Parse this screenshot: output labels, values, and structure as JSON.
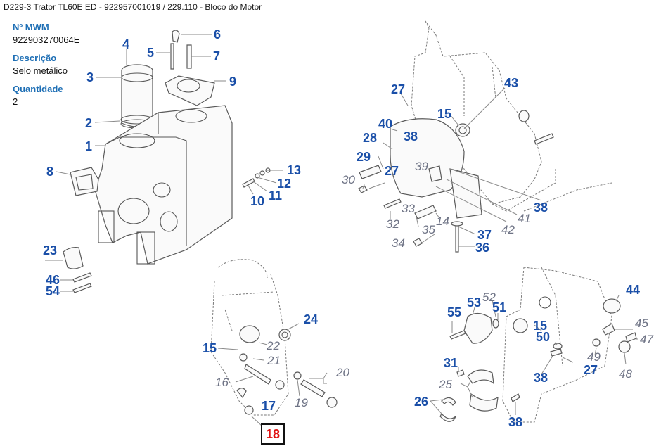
{
  "header": {
    "title": "D229-3 Trator TL60E ED - 922957001019  /  229.110 - Bloco do Motor"
  },
  "info_panel": {
    "fields": [
      {
        "label": "Nº MWM",
        "value": "922903270064E"
      },
      {
        "label": "Descrição",
        "value": "Selo metálico"
      },
      {
        "label": "Quantidade",
        "value": "2"
      }
    ]
  },
  "diagram": {
    "selected_part": "18",
    "selected_color": "#e01010",
    "label_color": "#1a4fa8",
    "italic_label_color": "#6e7385",
    "labels": [
      {
        "id": "l1",
        "text": "1",
        "style": "bold"
      },
      {
        "id": "l2",
        "text": "2",
        "style": "bold"
      },
      {
        "id": "l3",
        "text": "3",
        "style": "bold"
      },
      {
        "id": "l4",
        "text": "4",
        "style": "bold"
      },
      {
        "id": "l5",
        "text": "5",
        "style": "bold"
      },
      {
        "id": "l6",
        "text": "6",
        "style": "bold"
      },
      {
        "id": "l7",
        "text": "7",
        "style": "bold"
      },
      {
        "id": "l8",
        "text": "8",
        "style": "bold"
      },
      {
        "id": "l9",
        "text": "9",
        "style": "bold"
      },
      {
        "id": "l10",
        "text": "10",
        "style": "bold"
      },
      {
        "id": "l11",
        "text": "11",
        "style": "bold"
      },
      {
        "id": "l12",
        "text": "12",
        "style": "bold"
      },
      {
        "id": "l13",
        "text": "13",
        "style": "bold"
      },
      {
        "id": "l23",
        "text": "23",
        "style": "bold"
      },
      {
        "id": "l46",
        "text": "46",
        "style": "bold"
      },
      {
        "id": "l54",
        "text": "54",
        "style": "bold"
      },
      {
        "id": "l27a",
        "text": "27",
        "style": "bold"
      },
      {
        "id": "l43",
        "text": "43",
        "style": "bold"
      },
      {
        "id": "l15a",
        "text": "15",
        "style": "bold"
      },
      {
        "id": "l40",
        "text": "40",
        "style": "bold"
      },
      {
        "id": "l38a",
        "text": "38",
        "style": "bold"
      },
      {
        "id": "l28",
        "text": "28",
        "style": "bold"
      },
      {
        "id": "l29",
        "text": "29",
        "style": "bold"
      },
      {
        "id": "l27b",
        "text": "27",
        "style": "bold"
      },
      {
        "id": "l30",
        "text": "30",
        "style": "italic"
      },
      {
        "id": "l39",
        "text": "39",
        "style": "italic"
      },
      {
        "id": "l33",
        "text": "33",
        "style": "italic"
      },
      {
        "id": "l32",
        "text": "32",
        "style": "italic"
      },
      {
        "id": "l14",
        "text": "14",
        "style": "italic"
      },
      {
        "id": "l35",
        "text": "35",
        "style": "italic"
      },
      {
        "id": "l34",
        "text": "34",
        "style": "italic"
      },
      {
        "id": "l41",
        "text": "41",
        "style": "italic"
      },
      {
        "id": "l42",
        "text": "42",
        "style": "italic"
      },
      {
        "id": "l38b",
        "text": "38",
        "style": "bold"
      },
      {
        "id": "l37",
        "text": "37",
        "style": "bold"
      },
      {
        "id": "l36",
        "text": "36",
        "style": "bold"
      },
      {
        "id": "l24",
        "text": "24",
        "style": "bold"
      },
      {
        "id": "l15b",
        "text": "15",
        "style": "bold"
      },
      {
        "id": "l22",
        "text": "22",
        "style": "italic"
      },
      {
        "id": "l21",
        "text": "21",
        "style": "italic"
      },
      {
        "id": "l16",
        "text": "16",
        "style": "italic"
      },
      {
        "id": "l20",
        "text": "20",
        "style": "italic"
      },
      {
        "id": "l17",
        "text": "17",
        "style": "bold"
      },
      {
        "id": "l19",
        "text": "19",
        "style": "italic"
      },
      {
        "id": "l55",
        "text": "55",
        "style": "bold"
      },
      {
        "id": "l53",
        "text": "53",
        "style": "bold"
      },
      {
        "id": "l52",
        "text": "52",
        "style": "italic"
      },
      {
        "id": "l51",
        "text": "51",
        "style": "bold"
      },
      {
        "id": "l44",
        "text": "44",
        "style": "bold"
      },
      {
        "id": "l15c",
        "text": "15",
        "style": "bold"
      },
      {
        "id": "l50",
        "text": "50",
        "style": "bold"
      },
      {
        "id": "l45",
        "text": "45",
        "style": "italic"
      },
      {
        "id": "l47",
        "text": "47",
        "style": "italic"
      },
      {
        "id": "l49",
        "text": "49",
        "style": "italic"
      },
      {
        "id": "l48",
        "text": "48",
        "style": "italic"
      },
      {
        "id": "l27c",
        "text": "27",
        "style": "bold"
      },
      {
        "id": "l38c",
        "text": "38",
        "style": "bold"
      },
      {
        "id": "l31",
        "text": "31",
        "style": "bold"
      },
      {
        "id": "l25",
        "text": "25",
        "style": "italic"
      },
      {
        "id": "l26",
        "text": "26",
        "style": "bold"
      },
      {
        "id": "l38d",
        "text": "38",
        "style": "bold"
      }
    ]
  }
}
